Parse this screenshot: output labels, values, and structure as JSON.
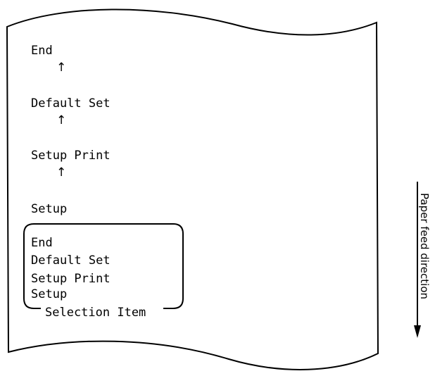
{
  "printout": {
    "sequence": [
      {
        "label": "End"
      },
      {
        "label": "Default Set"
      },
      {
        "label": "Setup Print"
      },
      {
        "label": "Setup"
      }
    ],
    "arrow_glyph": "↑",
    "selection_box": {
      "items": [
        "End",
        "Default Set",
        "Setup Print",
        "Setup"
      ],
      "caption": "Selection Item"
    }
  },
  "feed": {
    "label": "Paper feed direction",
    "arrow_icon": "arrow-down-icon"
  },
  "colors": {
    "ink": "#000000",
    "paper": "#ffffff"
  }
}
